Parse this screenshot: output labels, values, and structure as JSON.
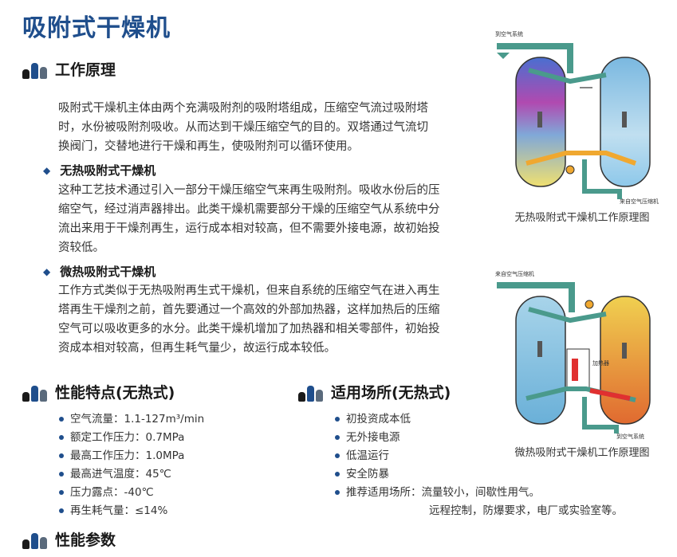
{
  "title": "吸附式干燥机",
  "principle": {
    "heading": "工作原理",
    "intro": [
      "吸附式干燥机主体由两个充满吸附剂的吸附塔组成，压缩空气流过吸附塔",
      "时，水份被吸附剂吸收。从而达到干燥压缩空气的目的。双塔通过气流切",
      "换阀门，交替地进行干燥和再生，使吸附剂可以循环使用。"
    ],
    "heatless": {
      "heading": "无热吸附式干燥机",
      "lines": [
        "这种工艺技术通过引入一部分干燥压缩空气来再生吸附剂。吸收水份后的压",
        "缩空气，经过消声器排出。此类干燥机需要部分干燥的压缩空气从系统中分",
        "流出来用于干燥剂再生，运行成本相对较高，但不需要外接电源，故初始投",
        "资较低。"
      ]
    },
    "microheat": {
      "heading": "微热吸附式干燥机",
      "lines": [
        "工作方式类似于无热吸附再生式干燥机，但来自系统的压缩空气在进入再生",
        "塔再生干燥剂之前，首先要通过一个高效的外部加热器，这样加热后的压缩",
        "空气可以吸收更多的水分。此类干燥机增加了加热器和相关零部件，初始投",
        "资成本相对较高，但再生耗气量少，故运行成本较低。"
      ]
    }
  },
  "features": {
    "heading": "性能特点(无热式)",
    "items": [
      "空气流量：1.1-127m³/min",
      "额定工作压力：0.7MPa",
      "最高工作压力：1.0MPa",
      "最高进气温度：45℃",
      "压力露点：-40℃",
      "再生耗气量：≤14%"
    ]
  },
  "applications": {
    "heading": "适用场所(无热式)",
    "items": [
      "初投资成本低",
      "无外接电源",
      "低温运行",
      "安全防暴",
      "推荐适用场所：流量较小，间歇性用气。"
    ],
    "continuation": "远程控制，防爆要求，电厂或实验室等。"
  },
  "params": {
    "heading": "性能参数"
  },
  "diagram1": {
    "caption": "无热吸附式干燥机工作原理图",
    "label_out": "到空气系统",
    "label_in": "来自空气压缩机"
  },
  "diagram2": {
    "caption": "微热吸附式干燥机工作原理图",
    "label_in": "来自空气压缩机",
    "label_out": "到空气系统",
    "label_heater": "加热器"
  },
  "colors": {
    "title": "#1f4e8c",
    "pipe": "#4a9a8c",
    "valve": "#f0a830",
    "heater": "#e03030"
  }
}
